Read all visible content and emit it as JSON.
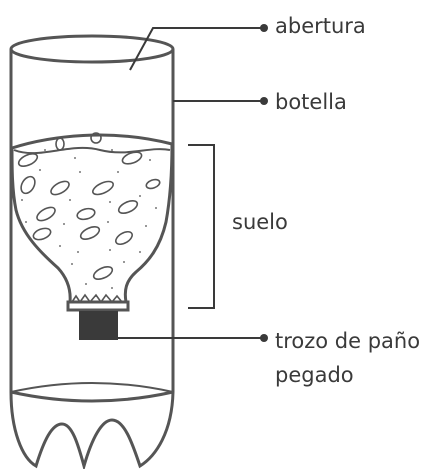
{
  "labels": {
    "opening": "abertura",
    "bottle": "botella",
    "soil": "suelo",
    "cloth_line1": "trozo de paño",
    "cloth_line2": "pegado"
  },
  "colors": {
    "outline": "#555555",
    "cloth": "#3a3a3a",
    "text": "#3a3a3a",
    "speckle": "#777777"
  }
}
